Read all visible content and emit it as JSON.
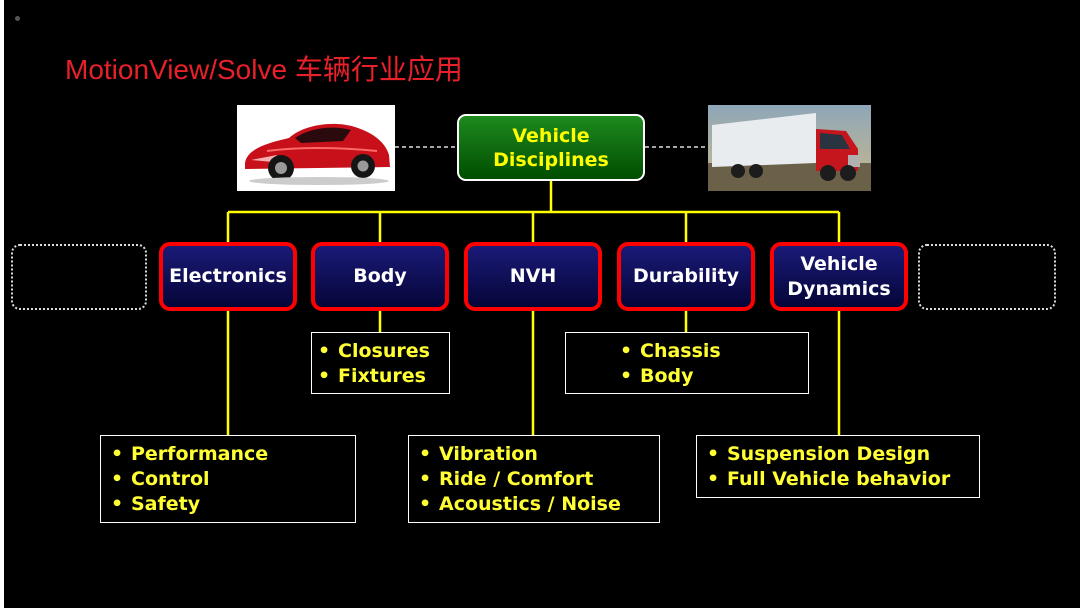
{
  "slide": {
    "title": "MotionView/Solve 车辆行业应用"
  },
  "root": {
    "line1": "Vehicle",
    "line2": "Disciplines"
  },
  "disciplines": [
    {
      "line1": "Electronics",
      "line2": ""
    },
    {
      "line1": "Body",
      "line2": ""
    },
    {
      "line1": "NVH",
      "line2": ""
    },
    {
      "line1": "Durability",
      "line2": ""
    },
    {
      "line1": "Vehicle",
      "line2": "Dynamics"
    }
  ],
  "details": {
    "body": [
      "Closures",
      "Fixtures"
    ],
    "durability": [
      "Chassis",
      "Body"
    ],
    "electronics": [
      "Performance",
      "Control",
      "Safety"
    ],
    "nvh": [
      "Vibration",
      "Ride / Comfort",
      "Acoustics / Noise"
    ],
    "dynamics": [
      "Suspension Design",
      "Full Vehicle behavior"
    ]
  },
  "images": {
    "left": "red-sports-car-image",
    "right": "red-semi-truck-image"
  },
  "colors": {
    "background": "#000000",
    "title": "#e8202a",
    "connector": "#ffff00",
    "discipline_border": "#ff0000",
    "discipline_fill": "#0a0a50",
    "root_fill": "#006600",
    "bullet_text": "#ffff33"
  }
}
